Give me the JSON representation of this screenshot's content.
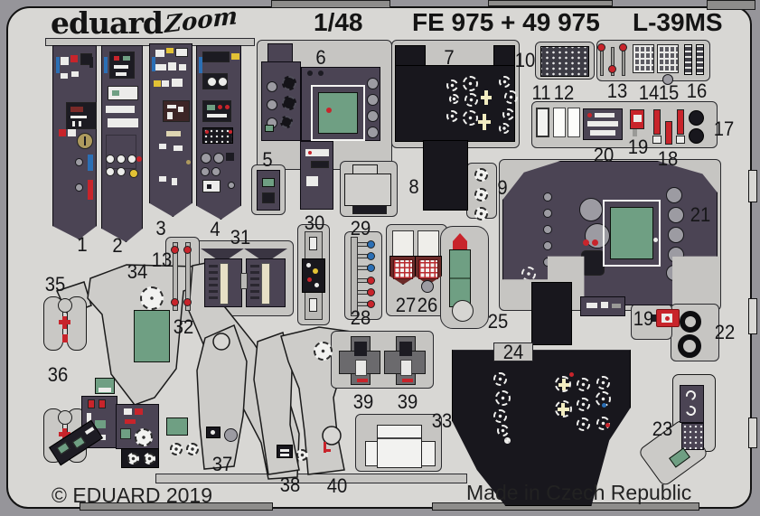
{
  "header": {
    "brand": "eduard",
    "series_logo": "Zoom",
    "scale": "1/48",
    "product_code": "FE 975 + 49 975",
    "product_name": "L-39MS"
  },
  "footer": {
    "copyright": "© EDUARD 2019",
    "made_in": "Made in Czech Republic"
  },
  "colors": {
    "fret_grey": "#d8d7d4",
    "carrier_grey": "#c6c5c2",
    "panel_purple": "#4b4454",
    "panel_black": "#18171d",
    "screen_green": "#6f9f83",
    "accent_red": "#c8242b",
    "accent_blue": "#2b6fb5",
    "accent_yellow": "#e2c235",
    "cream": "#ded5b2"
  },
  "part_labels": [
    "1",
    "2",
    "3",
    "4",
    "31",
    "5",
    "6",
    "7",
    "8",
    "9",
    "10",
    "11",
    "12",
    "13",
    "14",
    "15",
    "16",
    "17",
    "20",
    "19",
    "18",
    "21",
    "30",
    "29",
    "28",
    "13",
    "32",
    "34",
    "35",
    "36",
    "27",
    "26",
    "25",
    "24",
    "39",
    "39",
    "33",
    "19",
    "22",
    "23",
    "37",
    "38",
    "40"
  ]
}
